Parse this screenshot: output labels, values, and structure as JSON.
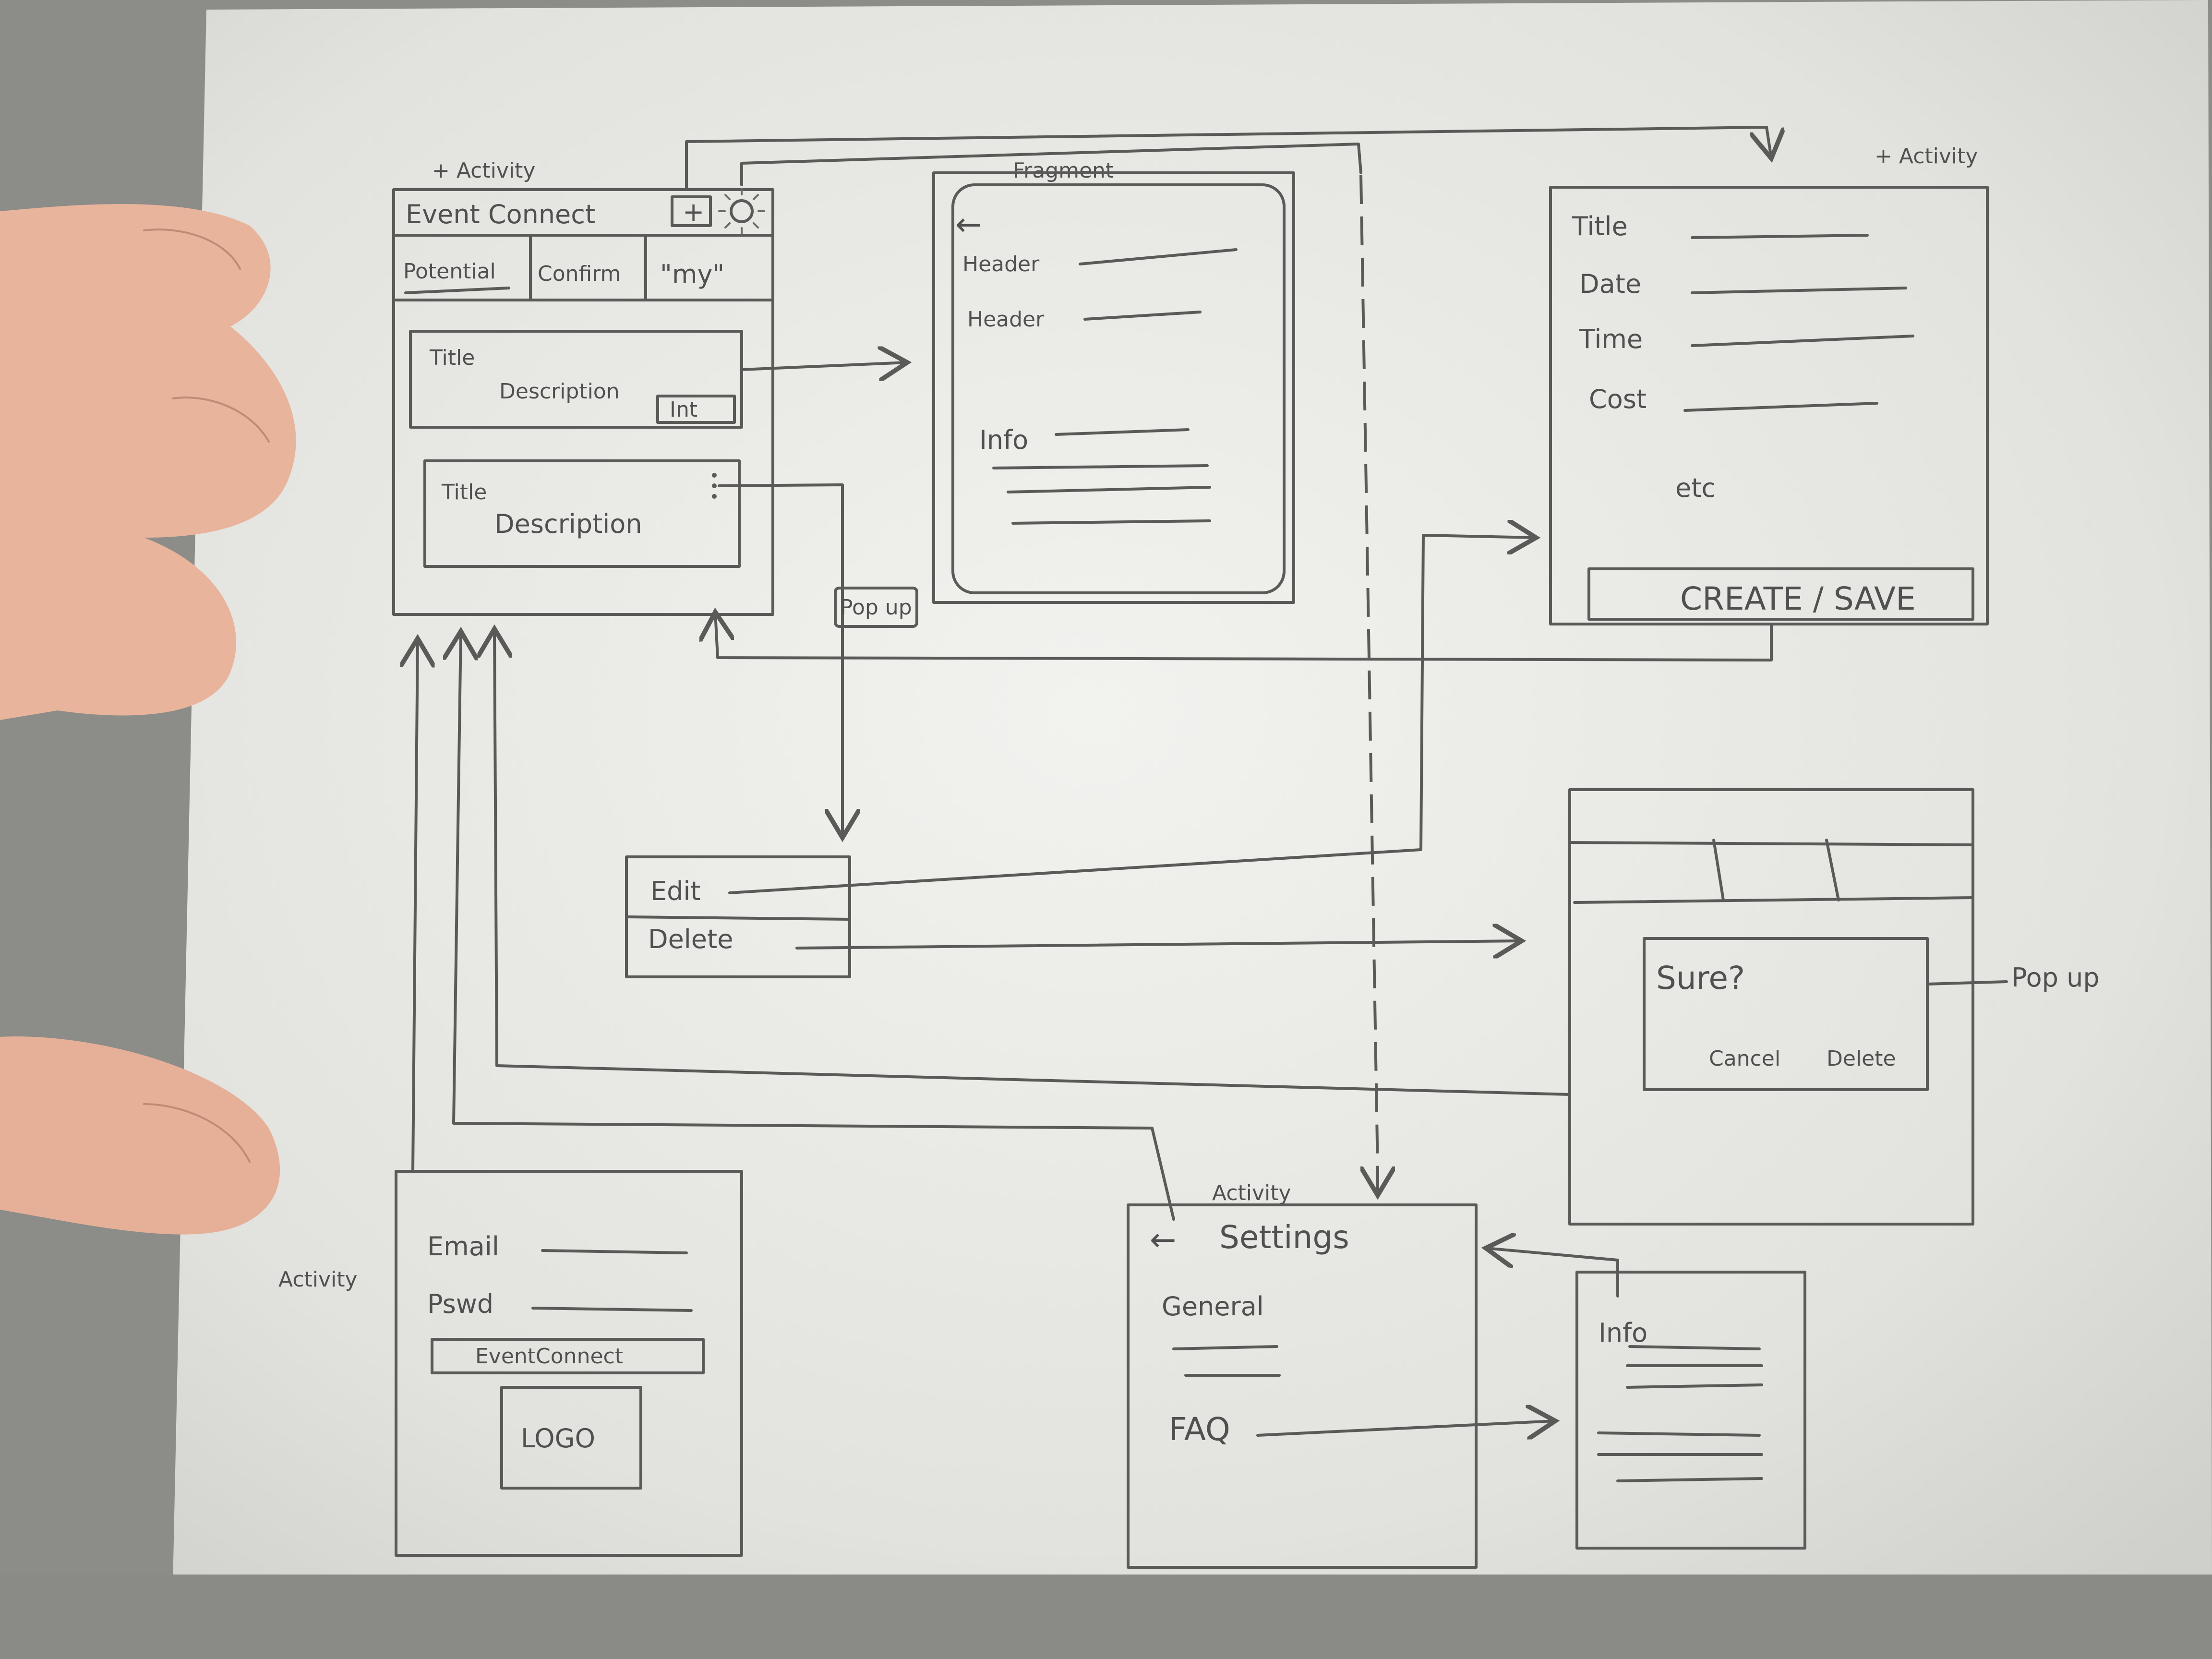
{
  "labels": {
    "activity_main": "+ Activity",
    "fragment": "Fragment",
    "activity_form": "+ Activity",
    "activity_login": "Activity",
    "activity_settings": "Activity",
    "popup": "Pop up",
    "popup2": "Pop up"
  },
  "main_screen": {
    "title": "Event Connect",
    "add_glyph": "+",
    "tabs": [
      "Potential",
      "Confirm",
      "\"my\""
    ],
    "card1": {
      "title": "Title",
      "description": "Description",
      "button": "Int"
    },
    "card2": {
      "title": "Title",
      "description": "Description"
    }
  },
  "detail_screen": {
    "back_glyph": "←",
    "header1": "Header",
    "header2": "Header",
    "info": "Info"
  },
  "form_screen": {
    "fields": [
      "Title",
      "Date",
      "Time",
      "Cost"
    ],
    "etc": "etc",
    "submit": "CREATE / SAVE"
  },
  "menu": {
    "edit": "Edit",
    "delete": "Delete"
  },
  "confirm_dialog": {
    "question": "Sure?",
    "cancel": "Cancel",
    "delete": "Delete"
  },
  "login_screen": {
    "email_label": "Email",
    "pswd_label": "Pswd",
    "button": "EventConnect",
    "logo": "LOGO"
  },
  "settings_screen": {
    "back_glyph": "←",
    "title": "Settings",
    "general": "General",
    "faq": "FAQ"
  },
  "info_screen": {
    "title": "Info"
  }
}
